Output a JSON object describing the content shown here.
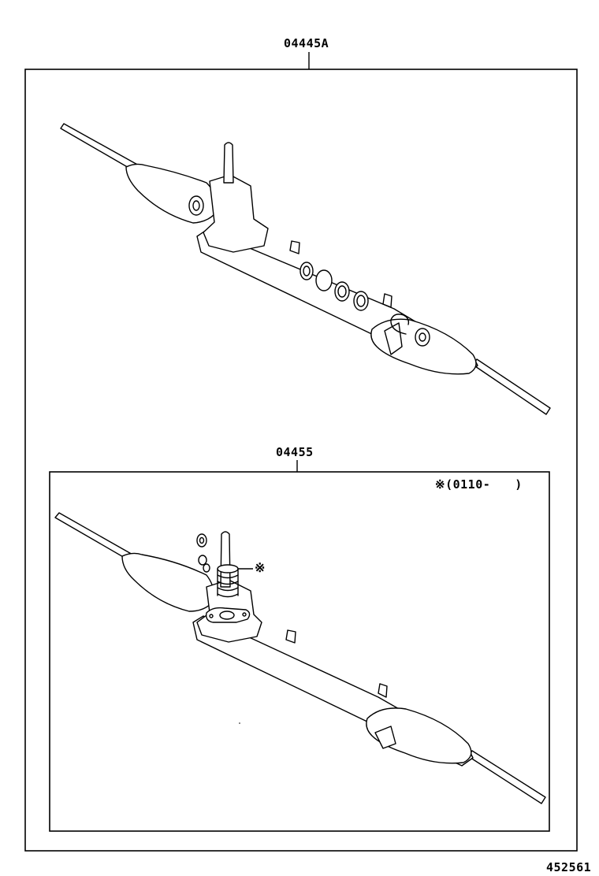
{
  "labels": {
    "outer_kit": "04445A",
    "inner_kit": "04455",
    "date_note": "※(0110-　　)",
    "note_mark": "※",
    "figure_id": "452561"
  },
  "colors": {
    "line": "#000000",
    "background": "#ffffff"
  }
}
